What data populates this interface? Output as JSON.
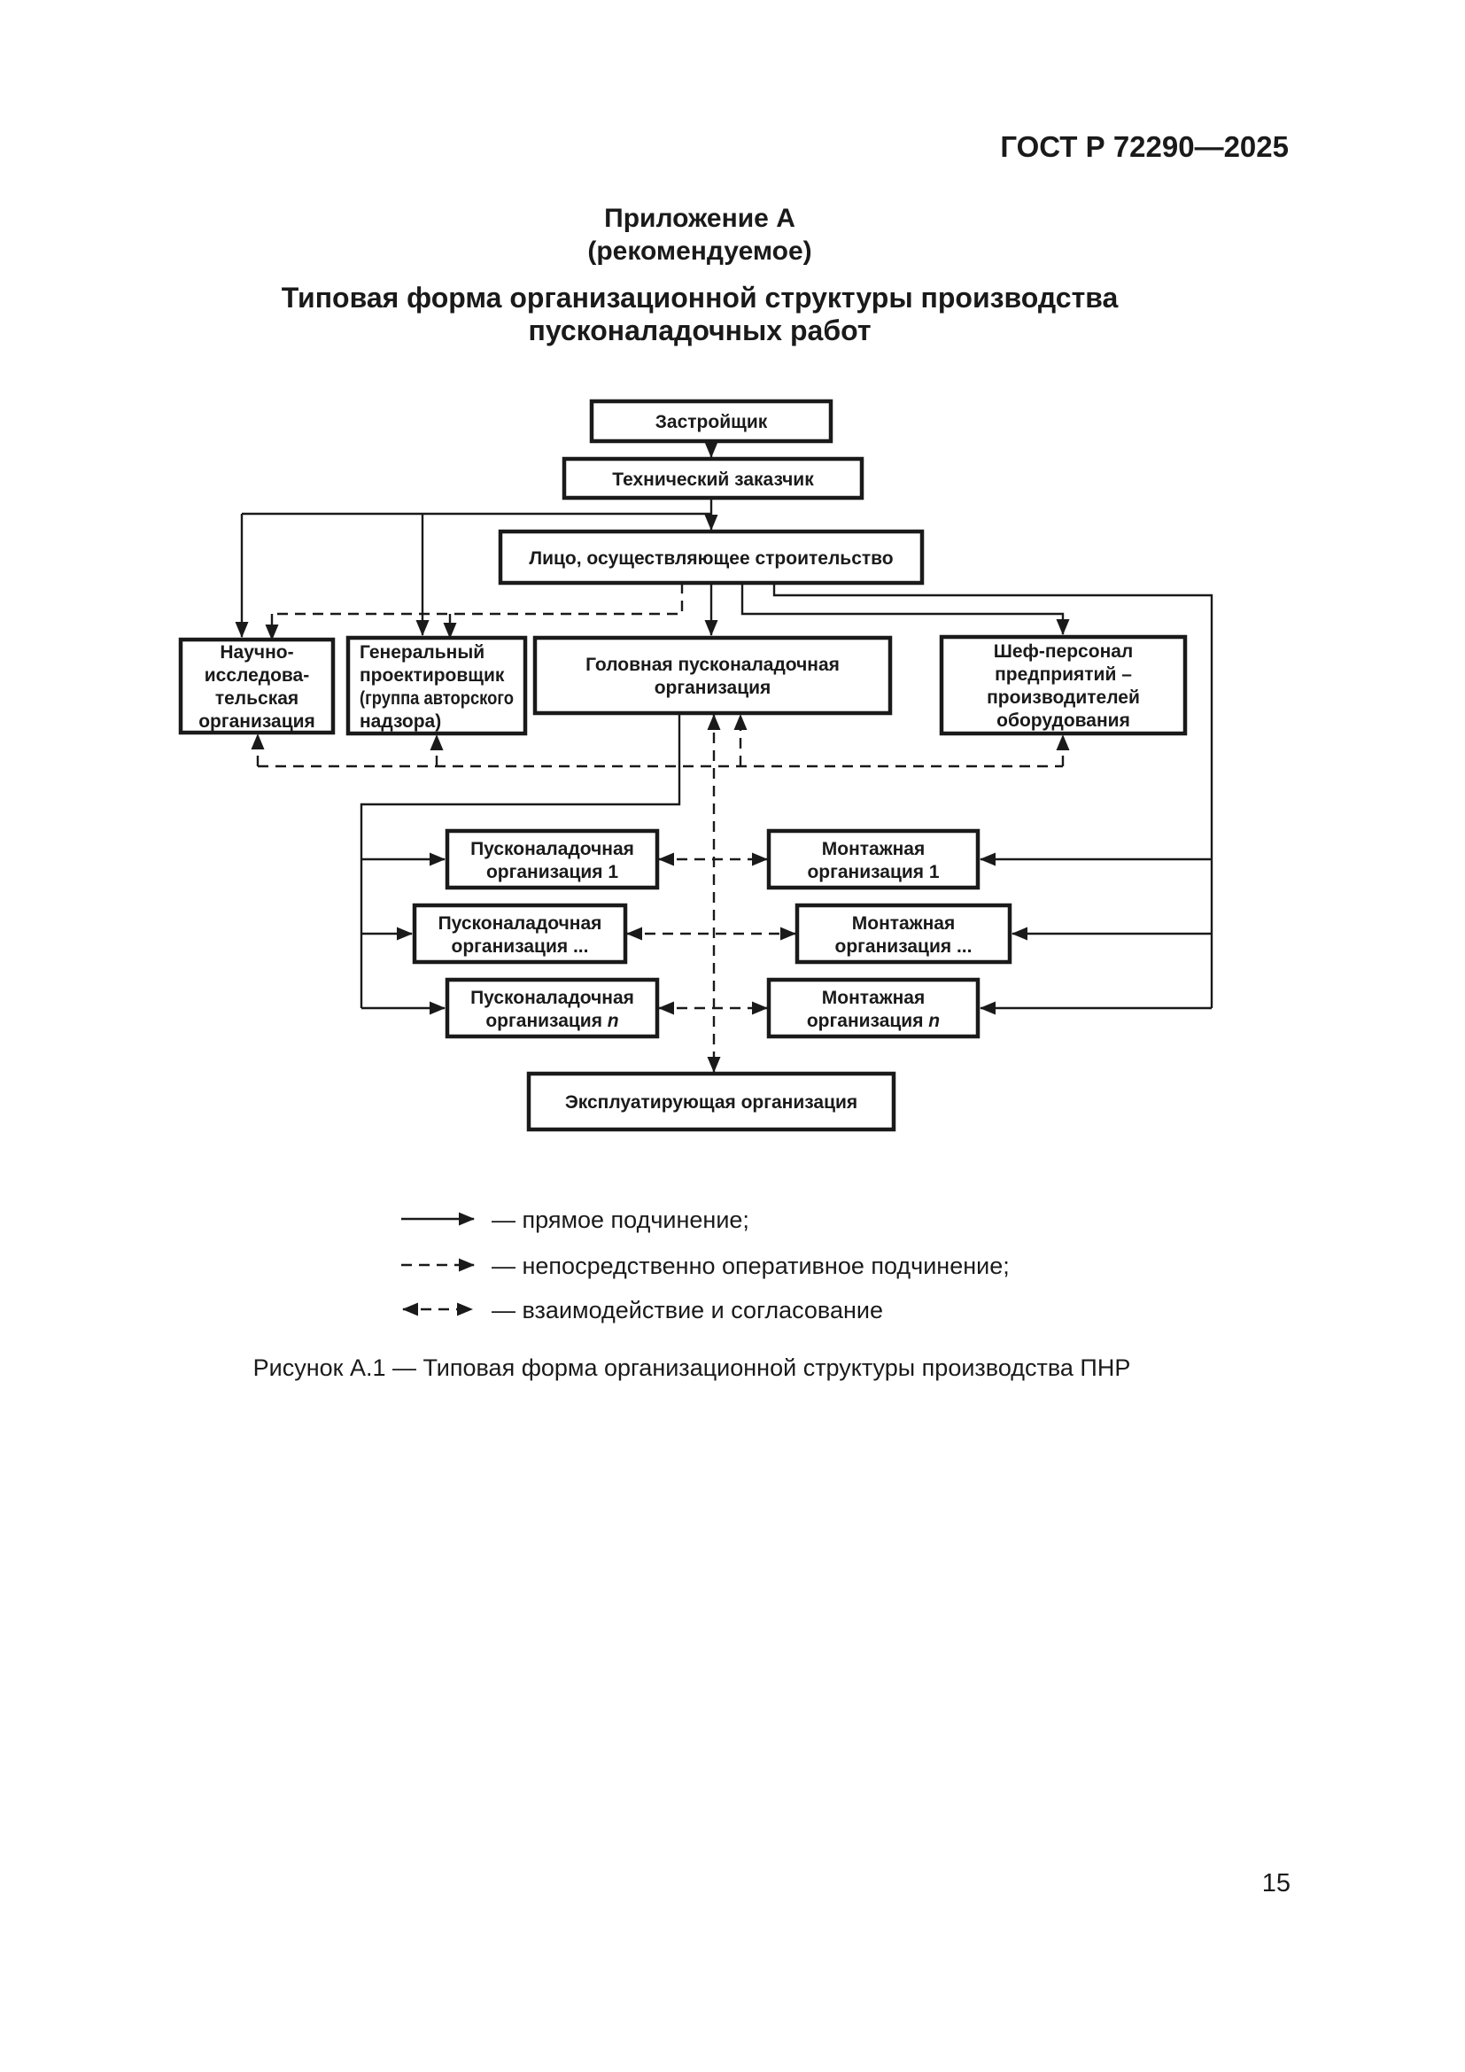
{
  "page": {
    "header": "ГОСТ Р 72290—2025",
    "appendix_label": "Приложение А",
    "appendix_kind": "(рекомендуемое)",
    "title_line1": "Типовая форма организационной структуры производства",
    "title_line2": "пусконаладочных работ",
    "page_number": "15"
  },
  "diagram": {
    "nodes": [
      {
        "id": "zastroyshchik",
        "lines": [
          "Застройщик"
        ]
      },
      {
        "id": "tech_zakazchik",
        "lines": [
          "Технический заказчик"
        ]
      },
      {
        "id": "lico",
        "lines": [
          "Лицо, осуществляющее строительство"
        ]
      },
      {
        "id": "nauchno",
        "lines": [
          "Научно-",
          "исследова-",
          "тельская",
          "организация"
        ]
      },
      {
        "id": "genproekt",
        "lines": [
          "Генеральный",
          "проектировщик",
          "(группа авторского",
          "надзора)"
        ]
      },
      {
        "id": "golovnaya",
        "lines": [
          "Головная пусконаладочная",
          "организация"
        ]
      },
      {
        "id": "shef",
        "lines": [
          "Шеф-персонал",
          "предприятий –",
          "производителей",
          "оборудования"
        ]
      },
      {
        "id": "pusko1",
        "lines": [
          "Пусконаладочная",
          "организация 1"
        ]
      },
      {
        "id": "mont1",
        "lines": [
          "Монтажная",
          "организация 1"
        ]
      },
      {
        "id": "pusko_dots",
        "lines": [
          "Пусконаладочная",
          "организация ..."
        ]
      },
      {
        "id": "mont_dots",
        "lines": [
          "Монтажная",
          "организация ..."
        ]
      },
      {
        "id": "pusko_n",
        "lines": [
          "Пусконаладочная",
          "организация "
        ],
        "italic_suffix": "n"
      },
      {
        "id": "mont_n",
        "lines": [
          "Монтажная",
          "организация "
        ],
        "italic_suffix": "n"
      },
      {
        "id": "ekspl",
        "lines": [
          "Эксплуатирующая организация"
        ]
      }
    ],
    "legend": [
      {
        "type": "solid-arrow",
        "label": "— прямое подчинение;"
      },
      {
        "type": "dashed-arrow",
        "label": "— непосредственно оперативное подчинение;"
      },
      {
        "type": "dashed-double-arrow",
        "label": "— взаимодействие и согласование"
      }
    ],
    "caption": "Рисунок А.1 — Типовая форма организационной структуры производства ПНР"
  }
}
